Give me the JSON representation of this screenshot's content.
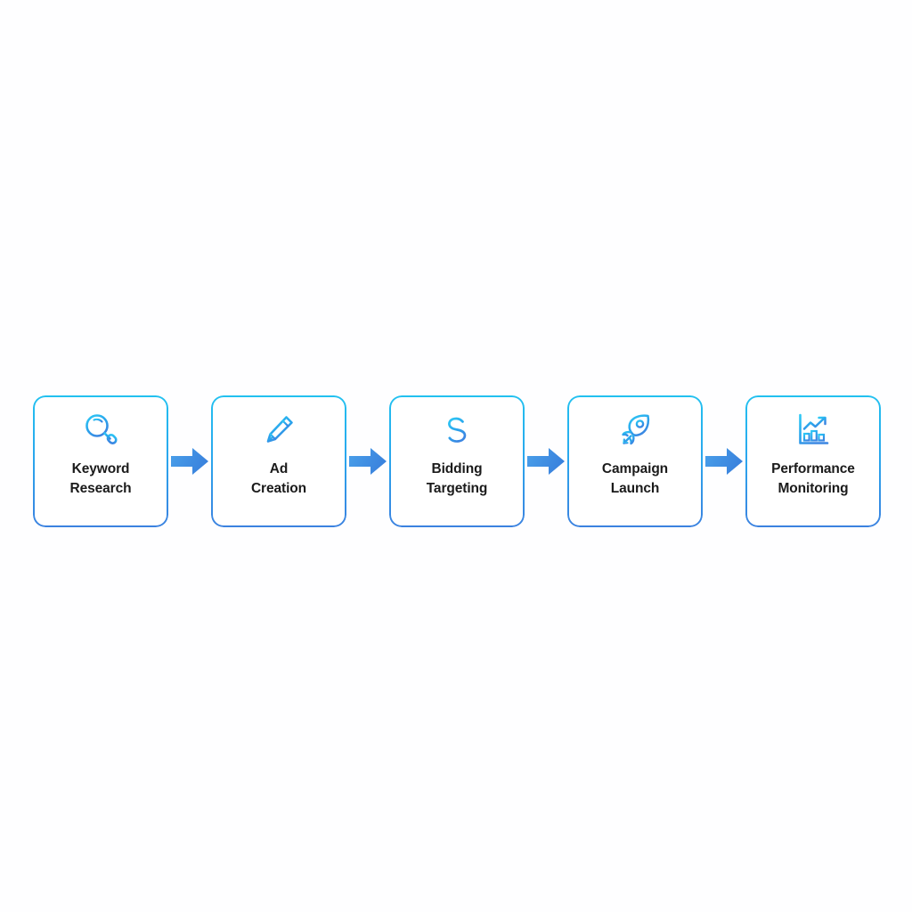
{
  "diagram": {
    "type": "linear-process-flow",
    "orientation": "horizontal",
    "background_color": "#fefeff",
    "accent_cyan": "#22c1f0",
    "accent_blue": "#3b82e0",
    "arrow_color": "#3d8fe0",
    "label_color": "#1b1b1b",
    "step_count": 5,
    "connector_count": 4,
    "steps": [
      {
        "index": 1,
        "icon": "magnifier-icon",
        "label_line1": "Keyword",
        "label_line2": "Research"
      },
      {
        "index": 2,
        "icon": "pencil-icon",
        "label_line1": "Ad",
        "label_line2": "Creation"
      },
      {
        "index": 3,
        "icon": "dollar-sign-icon",
        "label_line1": "Bidding",
        "label_line2": "Targeting"
      },
      {
        "index": 4,
        "icon": "rocket-icon",
        "label_line1": "Campaign",
        "label_line2": "Launch"
      },
      {
        "index": 5,
        "icon": "bar-chart-growth-icon",
        "label_line1": "Performance",
        "label_line2": "Monitoring"
      }
    ],
    "connectors": [
      {
        "index": 1,
        "icon": "arrow-right-icon"
      },
      {
        "index": 2,
        "icon": "arrow-right-icon"
      },
      {
        "index": 3,
        "icon": "arrow-right-icon"
      },
      {
        "index": 4,
        "icon": "arrow-right-icon"
      }
    ]
  }
}
